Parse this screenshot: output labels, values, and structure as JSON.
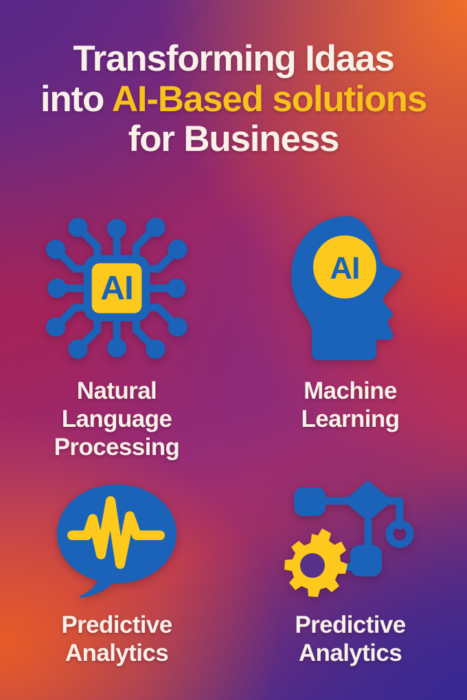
{
  "poster": {
    "headline": {
      "line1": "Transforming Idaas",
      "line2_prefix": "into ",
      "line2_accent": "AI-Based solutions",
      "line3": "for Business"
    },
    "colors": {
      "text": "#f7f1e8",
      "accent_yellow": "#f6c21b",
      "icon_blue": "#1a63b8",
      "icon_yellow": "#fdc91c",
      "bg_purple": "#5a2887",
      "bg_orange": "#e8682a",
      "bg_crimson": "#a32360",
      "bg_red": "#ca323e",
      "bg_deep_blue": "#38289 1"
    },
    "features": [
      {
        "icon": "ai-chip-icon",
        "chip_text": "AI",
        "caption_lines": [
          "Natural",
          "Language",
          "Processing"
        ]
      },
      {
        "icon": "ai-head-profile-icon",
        "chip_text": "AI",
        "caption_lines": [
          "Machine",
          "Learning"
        ]
      },
      {
        "icon": "speech-bubble-waveform-icon",
        "chip_text": "",
        "caption_lines": [
          "Predictive",
          "Analytics"
        ]
      },
      {
        "icon": "flowchart-gear-icon",
        "chip_text": "",
        "caption_lines": [
          "Predictive",
          "Analytics"
        ]
      }
    ]
  }
}
